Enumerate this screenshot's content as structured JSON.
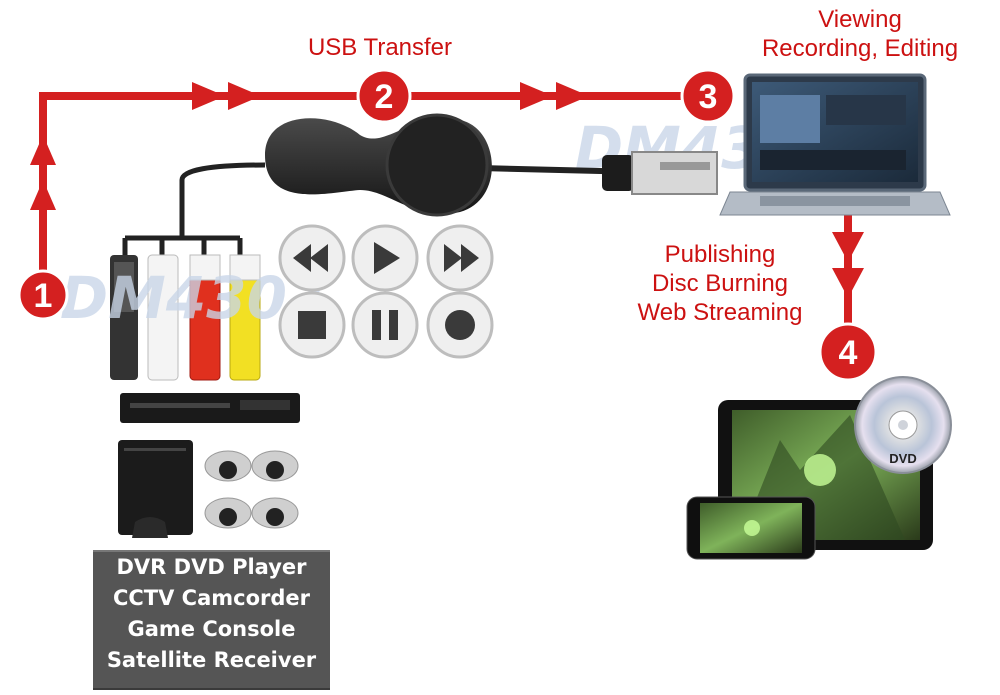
{
  "labels": {
    "usb_transfer": "USB Transfer",
    "viewing": [
      "Viewing",
      "Recording, Editing"
    ],
    "publishing": [
      "Publishing",
      "Disc Burning",
      "Web Streaming"
    ]
  },
  "steps": [
    "1",
    "2",
    "3",
    "4"
  ],
  "watermark": "DM4307",
  "dvd_label": "DVD",
  "sources": [
    "DVR DVD Player",
    "CCTV Camcorder",
    "Game Console",
    "Satellite Receiver"
  ],
  "colors": {
    "accent_red": "#d42020",
    "label_red": "#cc1111",
    "source_box": "#555555"
  },
  "icons": [
    "rewind-icon",
    "play-icon",
    "fast-forward-icon",
    "stop-icon",
    "pause-icon",
    "record-icon"
  ]
}
